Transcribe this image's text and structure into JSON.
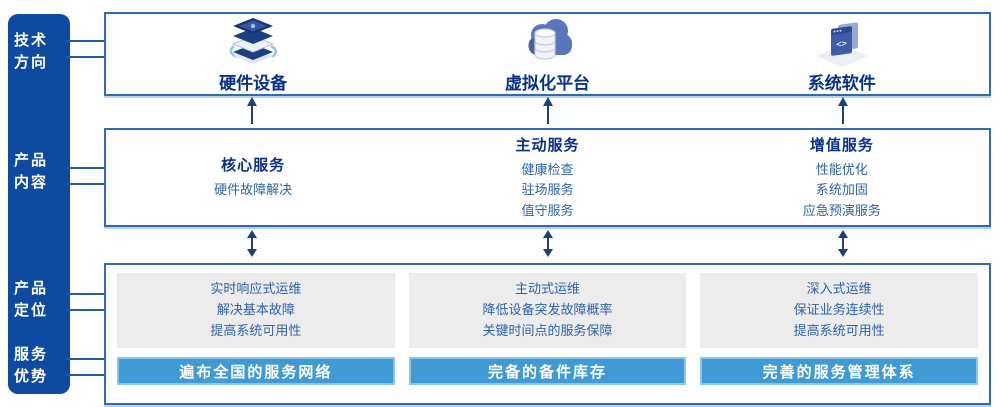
{
  "palette": {
    "sidebar_blue": "#0d4aa0",
    "panel_border_blue": "#2f6bb4",
    "navy_text": "#0a3188",
    "body_text_blue": "#2e63a9",
    "arrow_navy": "#1c3f7d",
    "banner_blue": "#3f9ad6",
    "gray_panel": "#ececec"
  },
  "sidebar": {
    "items": [
      {
        "lines": [
          "技术",
          "方向"
        ]
      },
      {
        "lines": [
          "产品",
          "内容"
        ]
      },
      {
        "lines": [
          "产品",
          "定位"
        ]
      },
      {
        "lines": [
          "服务",
          "优势"
        ]
      }
    ]
  },
  "tech_row": {
    "items": [
      {
        "label": "硬件设备",
        "icon": "server-stack-icon"
      },
      {
        "label": "虚拟化平台",
        "icon": "cloud-database-icon"
      },
      {
        "label": "系统软件",
        "icon": "code-window-icon"
      }
    ]
  },
  "content_row": {
    "cols": [
      {
        "title": "核心服务",
        "lines": [
          "硬件故障解决"
        ]
      },
      {
        "title": "主动服务",
        "lines": [
          "健康检查",
          "驻场服务",
          "值守服务"
        ]
      },
      {
        "title": "增值服务",
        "lines": [
          "性能优化",
          "系统加固",
          "应急预演服务"
        ]
      }
    ]
  },
  "positioning_row": {
    "cols": [
      {
        "lines": [
          "实时响应式运维",
          "解决基本故障",
          "提高系统可用性"
        ],
        "banner": "遍布全国的服务网络"
      },
      {
        "lines": [
          "主动式运维",
          "降低设备突发故障概率",
          "关键时间点的服务保障"
        ],
        "banner": "完备的备件库存"
      },
      {
        "lines": [
          "深入式运维",
          "保证业务连续性",
          "提高系统可用性"
        ],
        "banner": "完善的服务管理体系"
      }
    ]
  }
}
